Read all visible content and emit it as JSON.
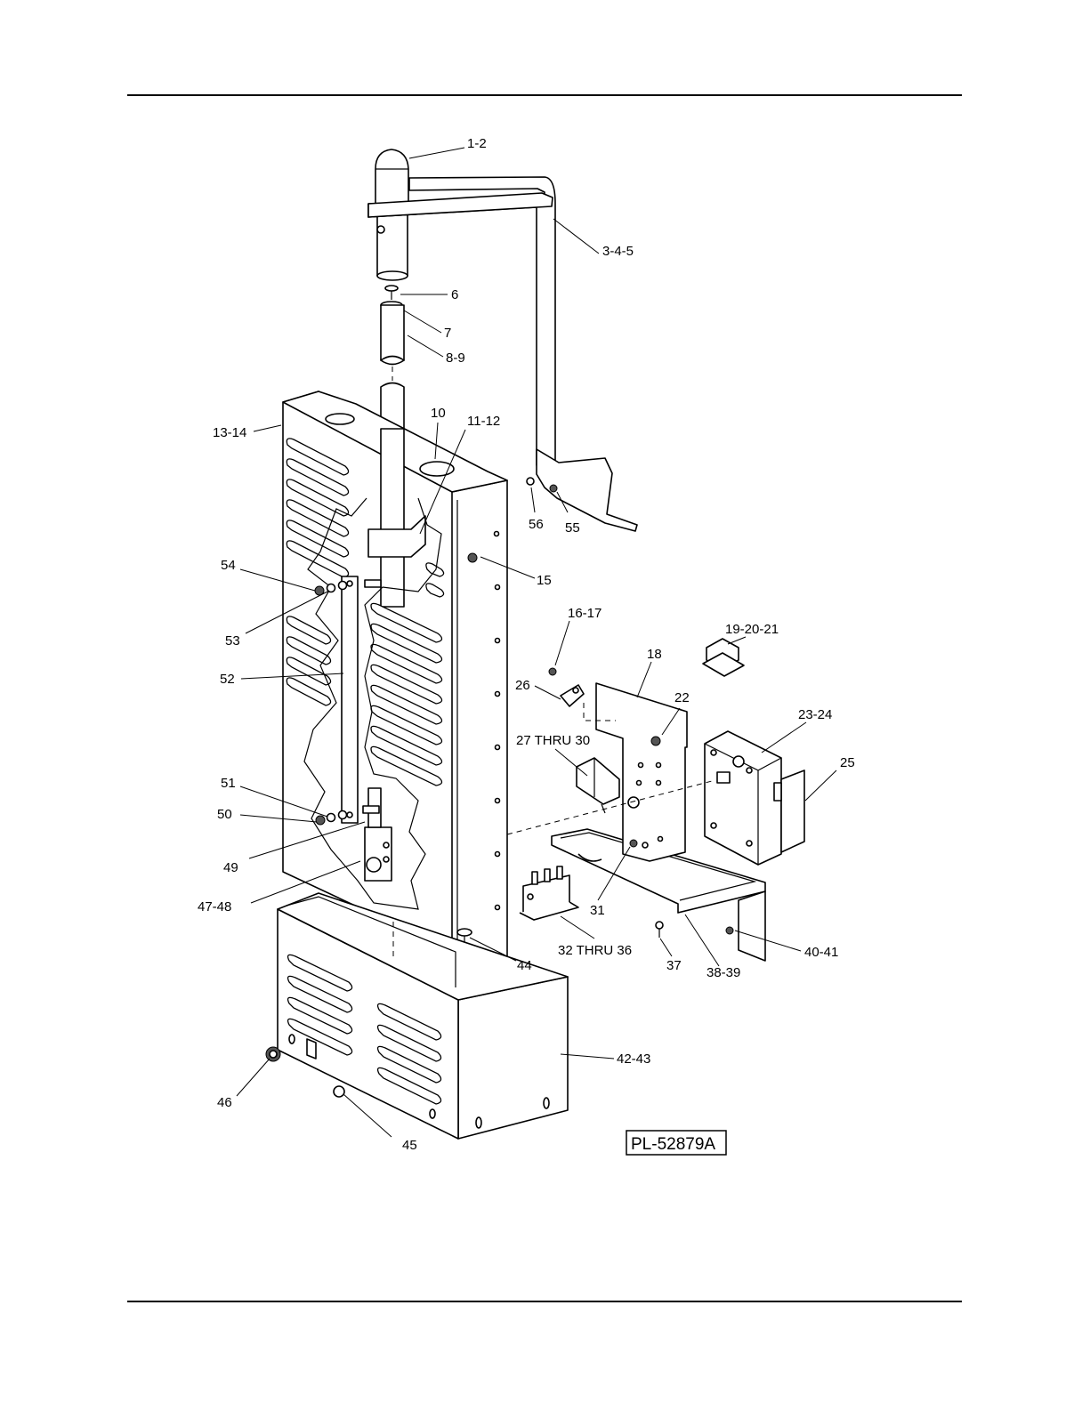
{
  "drawing": {
    "id_label": "PL-52879A"
  },
  "callouts": [
    {
      "key": "c1",
      "text": "1-2"
    },
    {
      "key": "c2",
      "text": "3-4-5"
    },
    {
      "key": "c3",
      "text": "6"
    },
    {
      "key": "c4",
      "text": "7"
    },
    {
      "key": "c5",
      "text": "8-9"
    },
    {
      "key": "c6",
      "text": "10"
    },
    {
      "key": "c7",
      "text": "11-12"
    },
    {
      "key": "c8",
      "text": "13-14"
    },
    {
      "key": "c9",
      "text": "15"
    },
    {
      "key": "c10",
      "text": "16-17"
    },
    {
      "key": "c11",
      "text": "18"
    },
    {
      "key": "c12",
      "text": "19-20-21"
    },
    {
      "key": "c13",
      "text": "22"
    },
    {
      "key": "c14",
      "text": "23-24"
    },
    {
      "key": "c15",
      "text": "25"
    },
    {
      "key": "c16",
      "text": "26"
    },
    {
      "key": "c17",
      "text": "27 THRU 30"
    },
    {
      "key": "c18",
      "text": "31"
    },
    {
      "key": "c19",
      "text": "32 THRU 36"
    },
    {
      "key": "c20",
      "text": "37"
    },
    {
      "key": "c21",
      "text": "38-39"
    },
    {
      "key": "c22",
      "text": "40-41"
    },
    {
      "key": "c23",
      "text": "42-43"
    },
    {
      "key": "c24",
      "text": "44"
    },
    {
      "key": "c25",
      "text": "45"
    },
    {
      "key": "c26",
      "text": "46"
    },
    {
      "key": "c27",
      "text": "47-48"
    },
    {
      "key": "c28",
      "text": "49"
    },
    {
      "key": "c29",
      "text": "50"
    },
    {
      "key": "c30",
      "text": "51"
    },
    {
      "key": "c31",
      "text": "52"
    },
    {
      "key": "c32",
      "text": "53"
    },
    {
      "key": "c33",
      "text": "54"
    },
    {
      "key": "c34",
      "text": "55"
    },
    {
      "key": "c35",
      "text": "56"
    }
  ]
}
